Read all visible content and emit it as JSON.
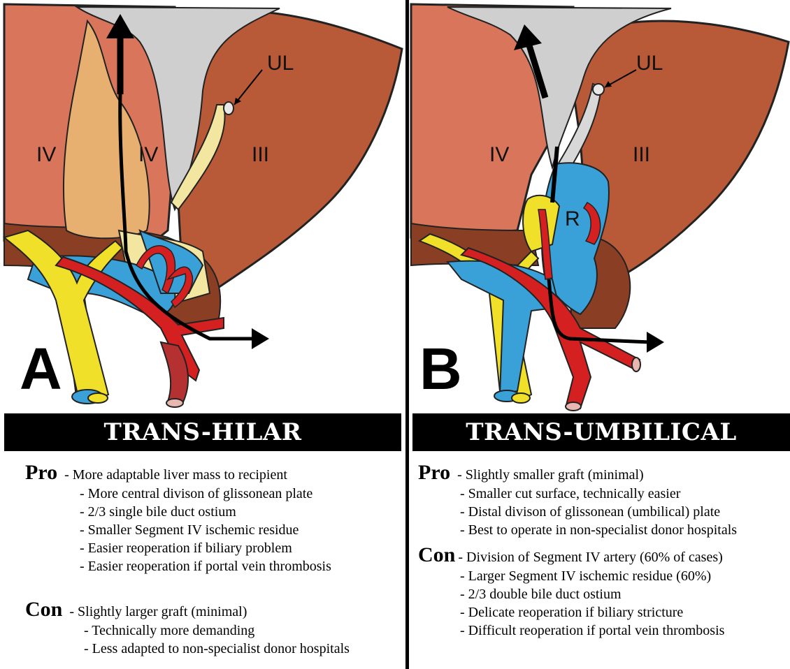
{
  "panels": [
    {
      "letter": "A",
      "title": "TRANS-HILAR",
      "segment_labels": [
        "IV",
        "IV",
        "III"
      ],
      "ligament_label": "UL",
      "pro": {
        "keyword": "Pro",
        "items": [
          "- More adaptable liver mass to recipient",
          "- More central divison of glissonean plate",
          "- 2/3 single bile duct ostium",
          "- Smaller Segment IV ischemic residue",
          "- Easier reoperation if biliary problem",
          "- Easier reoperation if portal vein thrombosis"
        ]
      },
      "con": {
        "keyword": "Con",
        "items": [
          "- Slightly larger graft (minimal)",
          "- Technically more demanding",
          "- Less adapted to non-specialist donor hospitals"
        ]
      }
    },
    {
      "letter": "B",
      "title": "TRANS-UMBILICAL",
      "segment_labels": [
        "IV",
        "III"
      ],
      "ligament_label": "UL",
      "recess_label": "R",
      "pro": {
        "keyword": "Pro",
        "items": [
          "- Slightly smaller graft (minimal)",
          "- Smaller cut surface, technically easier",
          "- Distal divison of glissonean (umbilical) plate",
          "- Best to operate in non-specialist donor hospitals"
        ]
      },
      "con": {
        "keyword": "Con",
        "items": [
          "- Division of Segment IV artery (60% of cases)",
          "- Larger Segment IV ischemic residue (60%)",
          "- 2/3 double bile duct ostium",
          "- Delicate reoperation if biliary stricture",
          "- Difficult reoperation if portal vein thrombosis"
        ]
      }
    }
  ],
  "colors": {
    "liver_left": "#d9755a",
    "liver_right": "#b85a38",
    "liver_dark": "#8a3f24",
    "ligament_gray": "#cfcfcf",
    "cut_surface": "#e8b070",
    "bile_yellow": "#f0e02a",
    "portal_blue": "#3aa0d8",
    "artery_red": "#d42020",
    "vein_darkred": "#b53030"
  }
}
